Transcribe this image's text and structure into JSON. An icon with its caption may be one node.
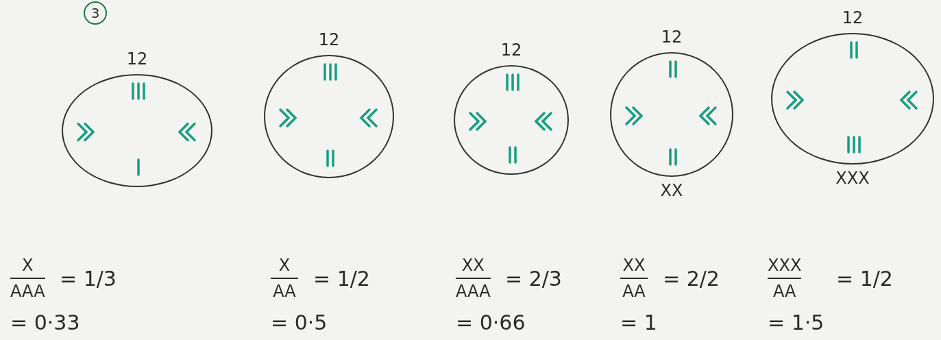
{
  "diagram": {
    "nodes": [
      {
        "text": [],
        "shape": "circle",
        "beside": [
          "12"
        ]
      },
      {
        "text": [],
        "shape": "circle",
        "beside": [
          "12"
        ]
      },
      {
        "text": [],
        "shape": "circle",
        "beside": [
          "12"
        ]
      },
      {
        "text": [],
        "shape": "circle",
        "beside": [
          "12",
          "XX"
        ]
      },
      {
        "text": [],
        "shape": "circle",
        "beside": [
          "12",
          "XXX"
        ]
      }
    ],
    "labels": [
      "3",
      "X",
      "AAA",
      "= 1/3",
      "X",
      "AA",
      "= 1/2",
      "XX",
      "AAA",
      "= 2/3",
      "XX",
      "AA",
      "= 2/2",
      "XXX",
      "AA",
      "= 1/2",
      "= 0·33",
      "= 0·5",
      "= 0·66",
      "= 1",
      "= 1·5"
    ]
  }
}
